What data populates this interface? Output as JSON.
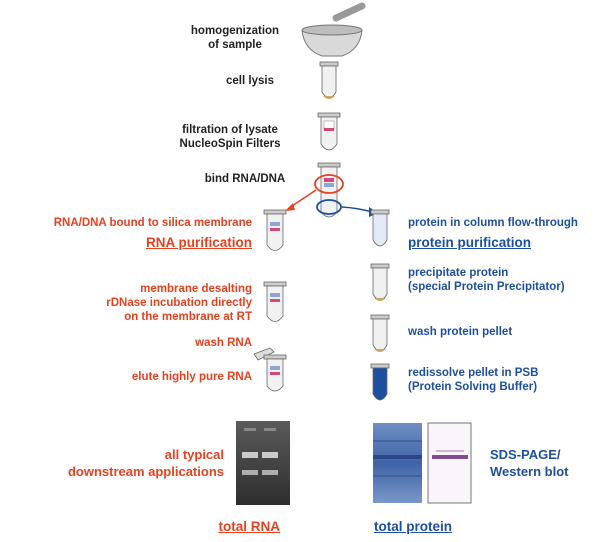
{
  "steps": {
    "homogenization": "homogenization\nof sample",
    "lysis": "cell lysis",
    "filtration": "filtration of lysate\nNucleoSpin Filters",
    "bind": "bind RNA/DNA"
  },
  "rna": {
    "bound": "RNA/DNA bound to silica membrane",
    "heading": "RNA purification",
    "desalt": "membrane desalting\nrDNase incubation directly\non the membrane at RT",
    "wash": "wash RNA",
    "elute": "elute highly pure RNA",
    "apps": "all typical\ndownstream applications",
    "total": "total RNA"
  },
  "protein": {
    "flow": "protein in column flow-through",
    "heading": "protein purification",
    "precip": "precipitate protein\n(special Protein Precipitator)",
    "wash": "wash protein pellet",
    "redissolve": "redissolve pellet in PSB\n(Protein Solving Buffer)",
    "sds": "SDS-PAGE/\nWestern blot",
    "total": "total protein"
  },
  "colors": {
    "rna": "#e8411f",
    "protein": "#1d4fa0",
    "text": "#222222"
  }
}
